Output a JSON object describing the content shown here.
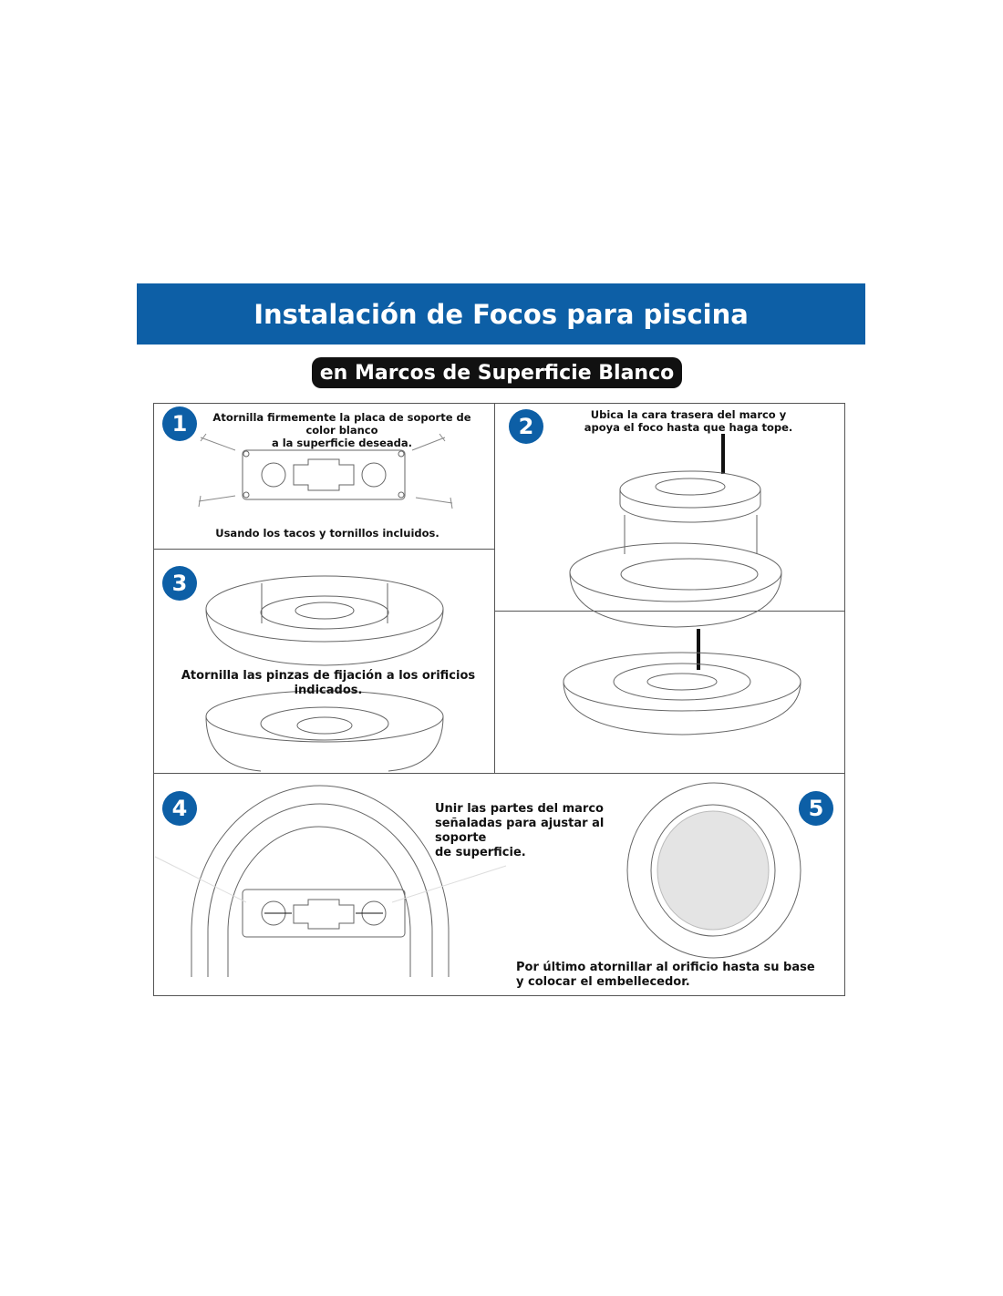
{
  "header": {
    "title": "Instalación de Focos para piscina",
    "subtitle": "en Marcos de Superficie Blanco"
  },
  "accent_color": "#0d5fa6",
  "steps": [
    {
      "number": "1",
      "text_line1": "Atornilla firmemente la placa de soporte de color blanco",
      "text_line2": "a la superficie deseada.",
      "note": "Usando los tacos y tornillos incluidos."
    },
    {
      "number": "2",
      "text_line1": "Ubica la cara trasera del marco y",
      "text_line2": "apoya el foco hasta que haga tope."
    },
    {
      "number": "3",
      "text": "Atornilla las pinzas de fijación a los orificios indicados."
    },
    {
      "number": "4",
      "text_line1": "Unir las partes del marco",
      "text_line2": "señaladas para ajustar al soporte",
      "text_line3": "de superficie."
    },
    {
      "number": "5",
      "text_line1": "Por último atornillar al orificio hasta su base",
      "text_line2": "y colocar el embellecedor."
    }
  ]
}
